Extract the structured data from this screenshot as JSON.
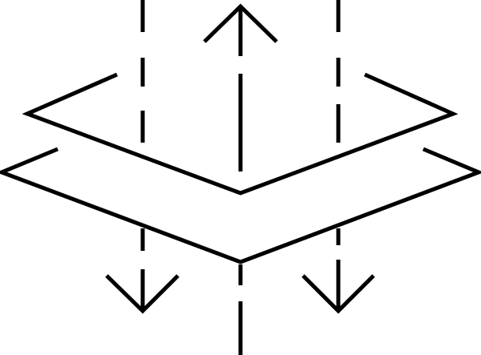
{
  "diagram": {
    "background_color": "#ffffff",
    "stroke_color": "#000000",
    "layers": [
      {
        "name": "upper-plate",
        "shape": "open chevron (V) plane"
      },
      {
        "name": "lower-plate",
        "shape": "open chevron (V) plane"
      }
    ],
    "flow_arrows": [
      {
        "name": "up-arrow",
        "direction": "up",
        "style": "solid shaft"
      },
      {
        "name": "down-arrow-left",
        "direction": "down",
        "style": "dashed shaft"
      },
      {
        "name": "down-arrow-right",
        "direction": "down",
        "style": "dashed shaft"
      }
    ],
    "guide_lines": [
      {
        "name": "dashed-guide-left",
        "style": "dashed"
      },
      {
        "name": "dashed-guide-right",
        "style": "dashed"
      },
      {
        "name": "dashed-guide-center-bottom",
        "style": "dashed"
      }
    ]
  }
}
